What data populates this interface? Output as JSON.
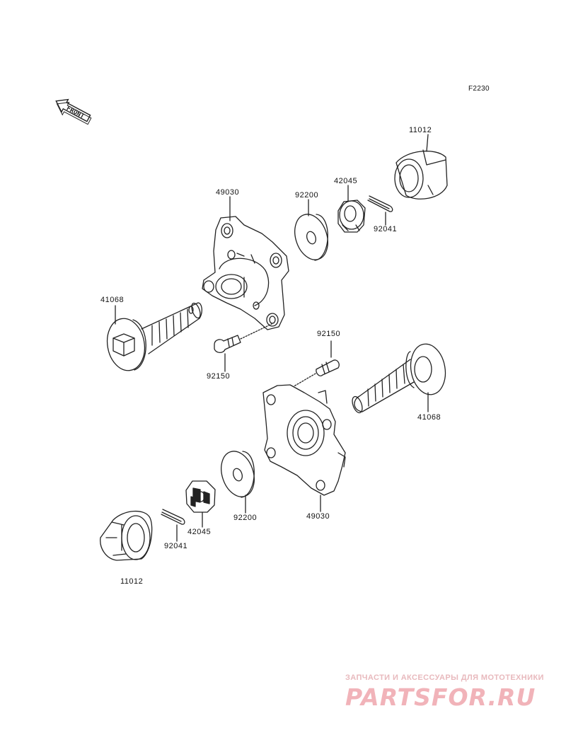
{
  "diagram_code": "F2230",
  "front_label": "FRONT",
  "watermark": {
    "subtitle": "ЗАПЧАСТИ И АКСЕССУАРЫ ДЛЯ МОТОТЕХНИКИ",
    "brand": "PARTSFOR.RU"
  },
  "parts": {
    "cap_top": "11012",
    "cap_bottom": "11012",
    "nut_top": "42045",
    "nut_bottom": "42045",
    "hub_top": "49030",
    "hub_bottom": "49030",
    "washer_top": "92200",
    "washer_bottom": "92200",
    "pin_top": "92041",
    "pin_bottom": "92041",
    "axle_left": "41068",
    "axle_right": "41068",
    "bolt_left": "92150",
    "bolt_right": "92150"
  }
}
